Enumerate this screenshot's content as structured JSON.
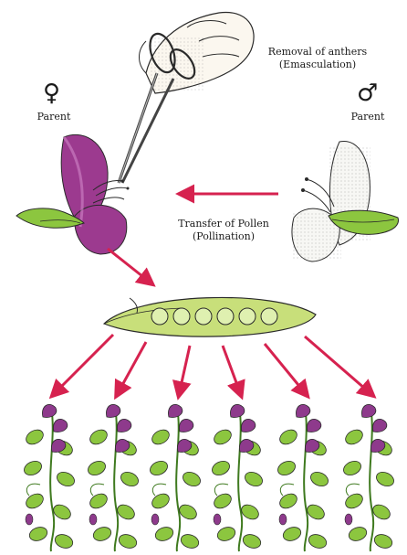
{
  "labels": {
    "removal_line1": "Removal of anthers",
    "removal_line2": "(Emasculation)",
    "female_symbol": "♀",
    "female_parent": "Parent",
    "male_symbol": "♂",
    "male_parent": "Parent",
    "transfer_line1": "Transfer of Pollen",
    "transfer_line2": "(Pollination)"
  },
  "colors": {
    "arrow": "#d6224f",
    "female_flower": "#9c3a8f",
    "male_flower": "#f7f7f4",
    "leaf_green": "#8cc63f",
    "pod_green": "#c8df7a",
    "pea_green": "#dff0b0",
    "offspring_flower": "#8e3a8c",
    "outline": "#2a2a2a"
  },
  "icons": [
    "scissors-icon",
    "hand-icon",
    "female-symbol-icon",
    "male-symbol-icon"
  ],
  "offspring_count": 6,
  "seed_count": 6
}
